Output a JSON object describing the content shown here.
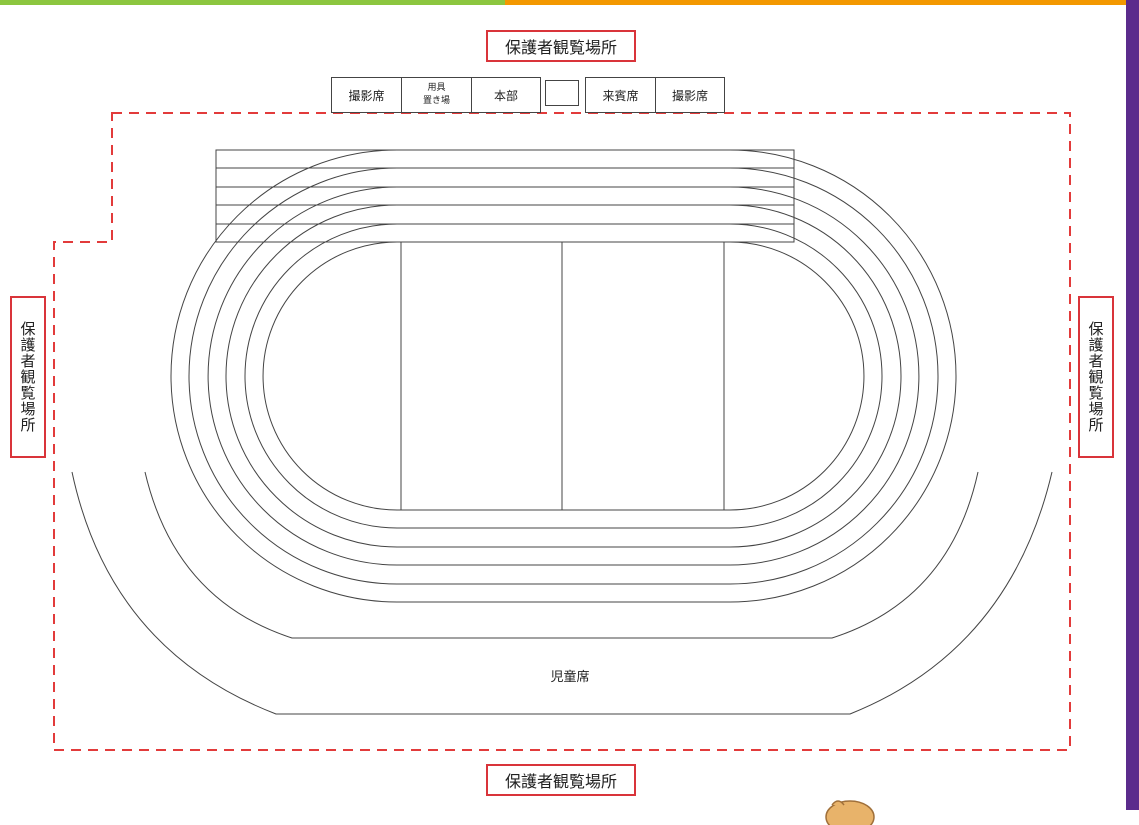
{
  "colors": {
    "top_bar_left": "#8cc63f",
    "top_bar_right": "#f39800",
    "right_stripe": "#5b2b8c",
    "label_border": "#d9343a",
    "dashed_boundary": "#e23b3b",
    "track_lines": "#444444"
  },
  "labels": {
    "top": "保護者観覧場所",
    "left": "保護者観覧場所",
    "right": "保護者観覧場所",
    "bottom": "保護者観覧場所"
  },
  "booths": {
    "photo_left": "撮影席",
    "equipment_line1": "用具",
    "equipment_line2": "置き場",
    "headquarters": "本部",
    "guest": "来賓席",
    "photo_right": "撮影席"
  },
  "children_seats": "児童席",
  "mascot_icon": "character-mascot-icon"
}
